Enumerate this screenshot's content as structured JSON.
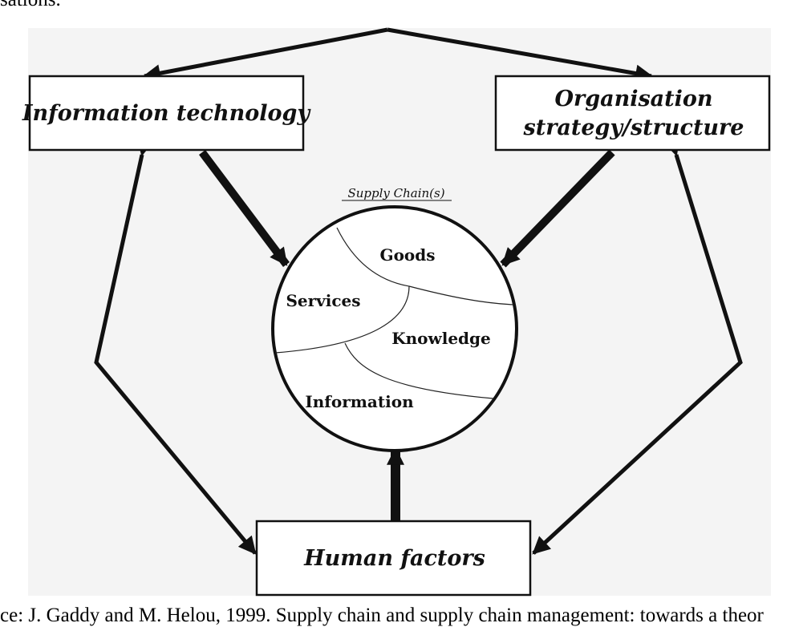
{
  "page": {
    "top_text": "sations.",
    "bottom_text": "ce: J. Gaddy and M. Helou, 1999. Supply chain and supply chain management: towards a theor"
  },
  "diagram": {
    "center_title": "Supply Chain(s)",
    "regions": {
      "goods": "Goods",
      "services": "Services",
      "knowledge": "Knowledge",
      "information": "Information"
    },
    "boxes": {
      "it": "Information technology",
      "org_line1": "Organisation",
      "org_line2": "strategy/structure",
      "human": "Human factors"
    }
  },
  "colors": {
    "background": "#f4f4f4",
    "ink": "#111111",
    "box_fill": "#ffffff"
  }
}
